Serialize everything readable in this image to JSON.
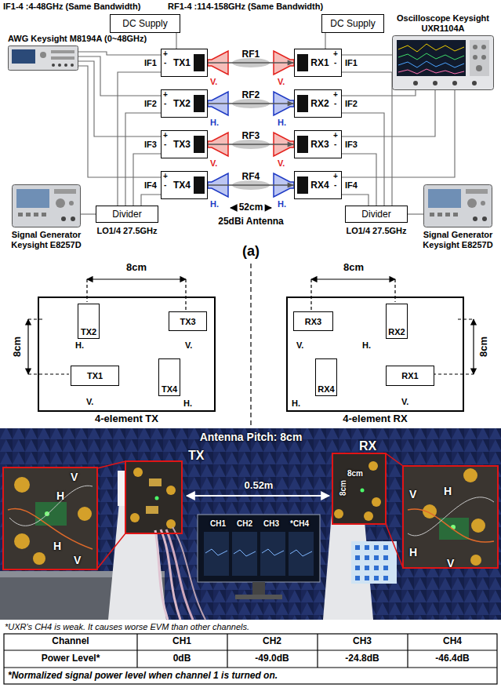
{
  "diagram": {
    "nodes": [
      {
        "text": [
          "DC Supply"
        ]
      },
      {
        "text": [
          "AWG Keysight M8194A (0~48GHz)"
        ]
      },
      {
        "text": [
          "TX1"
        ]
      },
      {
        "text": [
          "TX2"
        ]
      },
      {
        "text": [
          "TX3"
        ]
      },
      {
        "text": [
          "TX4"
        ]
      },
      {
        "text": [
          "DC Supply"
        ]
      },
      {
        "text": [
          "Oscilloscope Keysight UXR1104A"
        ]
      },
      {
        "text": [
          "RX1"
        ]
      },
      {
        "text": [
          "RX2"
        ]
      },
      {
        "text": [
          "RX3"
        ]
      },
      {
        "text": [
          "RX4"
        ]
      },
      {
        "text": [
          "Signal Generator Keysight E8257D"
        ]
      },
      {
        "text": [
          "Divider"
        ]
      },
      {
        "text": [
          "Divider"
        ]
      },
      {
        "text": [
          "Signal Generator Keysight E8257D"
        ]
      },
      {
        "text": [
          "4-element TX"
        ]
      },
      {
        "text": [
          "TX2"
        ],
        "in": 16
      },
      {
        "text": [
          "TX3"
        ],
        "in": 16
      },
      {
        "text": [
          "TX1"
        ],
        "in": 16
      },
      {
        "text": [
          "TX4"
        ],
        "in": 16
      },
      {
        "text": [
          "4-element RX"
        ]
      },
      {
        "text": [
          "RX3"
        ],
        "in": 21
      },
      {
        "text": [
          "RX2"
        ],
        "in": 21
      },
      {
        "text": [
          "RX4"
        ],
        "in": 21
      },
      {
        "text": [
          "RX1"
        ],
        "in": 21
      }
    ],
    "edges": [
      {
        "from": 0,
        "to": 2,
        "arrow": "none"
      },
      {
        "from": 1,
        "to": 2,
        "arrow": "none"
      },
      {
        "from": 1,
        "to": 3,
        "arrow": "none"
      },
      {
        "from": 1,
        "to": 4,
        "arrow": "none"
      },
      {
        "from": 1,
        "to": 5,
        "arrow": "none"
      },
      {
        "from": 2,
        "to": 8,
        "label": "RF1",
        "arrow": "to"
      },
      {
        "from": 3,
        "to": 9,
        "label": "RF2",
        "arrow": "to"
      },
      {
        "from": 4,
        "to": 10,
        "label": "RF3",
        "arrow": "to"
      },
      {
        "from": 5,
        "to": 11,
        "label": "RF4",
        "arrow": "to"
      },
      {
        "from": 6,
        "to": 8,
        "arrow": "none"
      },
      {
        "from": 8,
        "to": 7,
        "arrow": "none"
      },
      {
        "from": 9,
        "to": 7,
        "arrow": "none"
      },
      {
        "from": 10,
        "to": 7,
        "arrow": "none"
      },
      {
        "from": 11,
        "to": 7,
        "arrow": "none"
      },
      {
        "from": 12,
        "to": 13,
        "arrow": "none"
      },
      {
        "from": 13,
        "to": 2,
        "arrow": "none"
      },
      {
        "from": 13,
        "to": 3,
        "arrow": "none"
      },
      {
        "from": 13,
        "to": 4,
        "arrow": "none"
      },
      {
        "from": 13,
        "to": 5,
        "arrow": "none"
      },
      {
        "from": 15,
        "to": 14,
        "arrow": "none"
      },
      {
        "from": 14,
        "to": 8,
        "arrow": "none"
      },
      {
        "from": 14,
        "to": 9,
        "arrow": "none"
      },
      {
        "from": 14,
        "to": 10,
        "arrow": "none"
      },
      {
        "from": 14,
        "to": 11,
        "arrow": "none"
      }
    ],
    "labels": [
      "IF1-4 :4-48GHz (Same Bandwidth)",
      "RF1-4 :114-158GHz (Same Bandwidth)",
      "IF1",
      "IF2",
      "IF3",
      "IF4",
      "IF1",
      "IF2",
      "IF3",
      "IF4",
      "V.",
      "H.",
      "V.",
      "H.",
      "V.",
      "H.",
      "V.",
      "H.",
      "+",
      "-",
      "+",
      "-",
      "+",
      "-",
      "+",
      "-",
      "+",
      "-",
      "+",
      "-",
      "+",
      "-",
      "+",
      "-",
      "52cm",
      "25dBi Antenna",
      "LO1/4 27.5GHz",
      "LO1/4 27.5GHz",
      "(a)",
      "8cm",
      "8cm",
      "8cm",
      "8cm",
      "H.",
      "V.",
      "V.",
      "H.",
      "V.",
      "H.",
      "H.",
      "V.",
      "Antenna Pitch: 8cm",
      "TX",
      "RX",
      "0.52m",
      "8cm",
      "8cm",
      "V",
      "H",
      "H",
      "V",
      "V",
      "H",
      "H",
      "V",
      "CH1",
      "CH2",
      "CH3",
      "*CH4",
      "*UXR's CH4 is weak. It causes worse EVM than other channels.",
      "Channel",
      "CH1",
      "CH2",
      "CH3",
      "CH4",
      "Power Level*",
      "0dB",
      "-49.0dB",
      "-24.8dB",
      "-46.4dB",
      "*Normalized signal power level when channel 1 is turned on."
    ]
  }
}
